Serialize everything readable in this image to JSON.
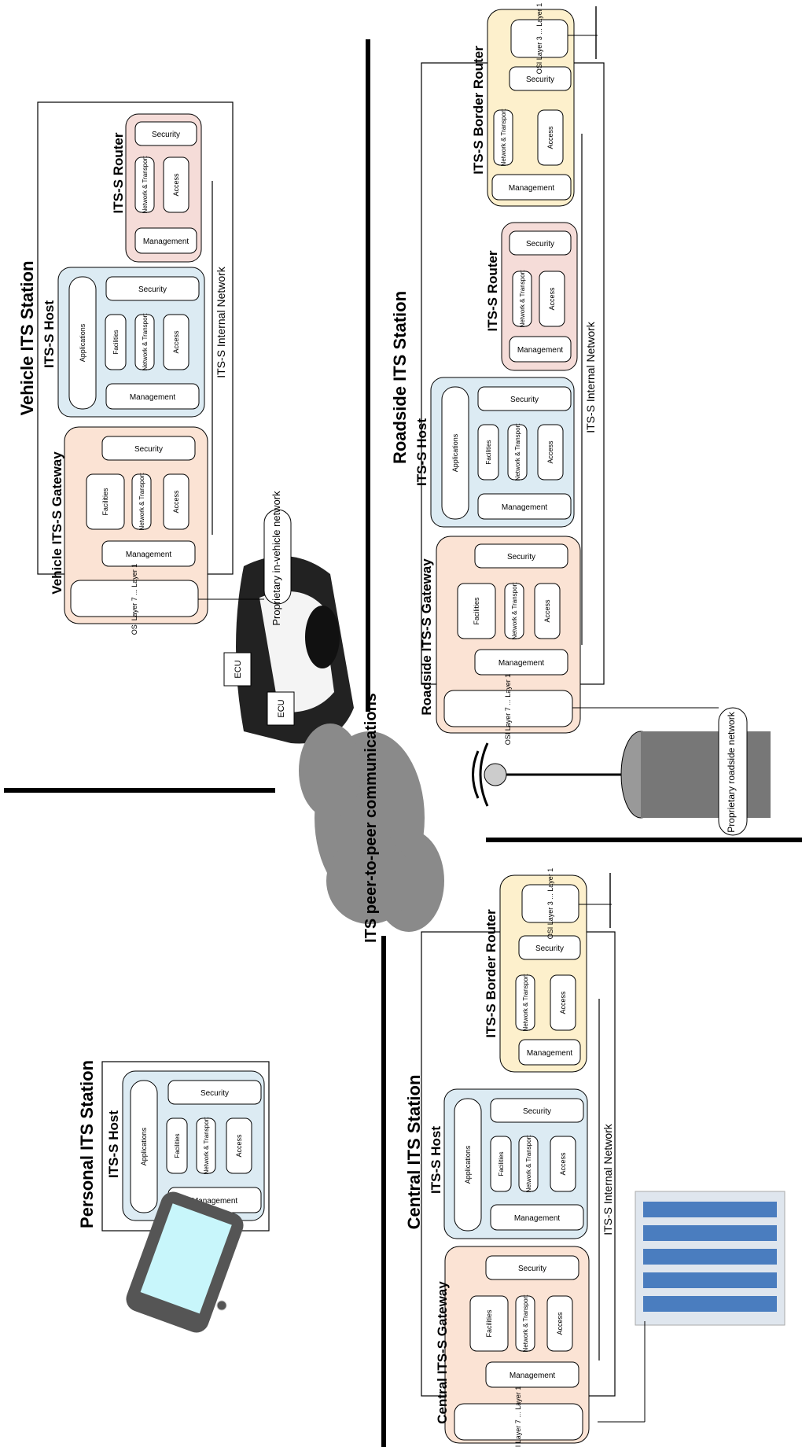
{
  "labels": {
    "vehicle_station": "Vehicle ITS Station",
    "roadside_station": "Roadside ITS Station",
    "personal_station": "Personal ITS Station",
    "central_station": "Central ITS Station",
    "cloud": "ITS peer-to-peer communications",
    "its_host": "ITS-S Host",
    "its_router": "ITS-S Router",
    "border_router": "ITS-S Border Router",
    "vehicle_gateway": "Vehicle ITS-S Gateway",
    "roadside_gateway": "Roadside ITS-S Gateway",
    "central_gateway": "Central ITS-S Gateway",
    "internal_network": "ITS-S Internal Network",
    "in_vehicle_net": "Proprietary in-vehicle network",
    "roadside_net": "Proprietary roadside network",
    "ecu": "ECU"
  },
  "blocks": {
    "security": "Security",
    "management": "Management",
    "network_transport": "Network & Transport",
    "access": "Access",
    "facilities": "Facilities",
    "applications": "Applications",
    "osi7": "OSI Layer 7 ... Layer 1",
    "osi3": "OSI Layer 3 ... Layer 1"
  },
  "colors": {
    "gateway": "#fbe3d4",
    "host": "#dcebf3",
    "router": "#f5dcd8",
    "border_router": "#fdf0cc",
    "cloud": "#8a8a8a"
  }
}
